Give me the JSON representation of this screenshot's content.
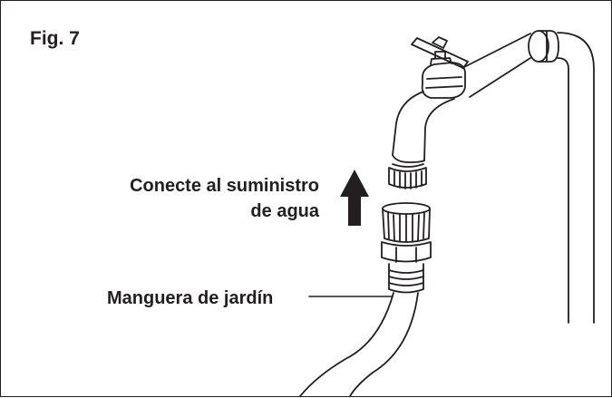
{
  "figure": {
    "label": "Fig. 7",
    "instruction_line1": "Conecte al suministro",
    "instruction_line2": "de agua",
    "hose_label": "Manguera de jardín"
  },
  "icons": {
    "arrow": "up-arrow-icon",
    "faucet": "faucet-icon",
    "hose": "garden-hose-icon"
  },
  "colors": {
    "ink": "#231f20",
    "background": "#ffffff"
  }
}
